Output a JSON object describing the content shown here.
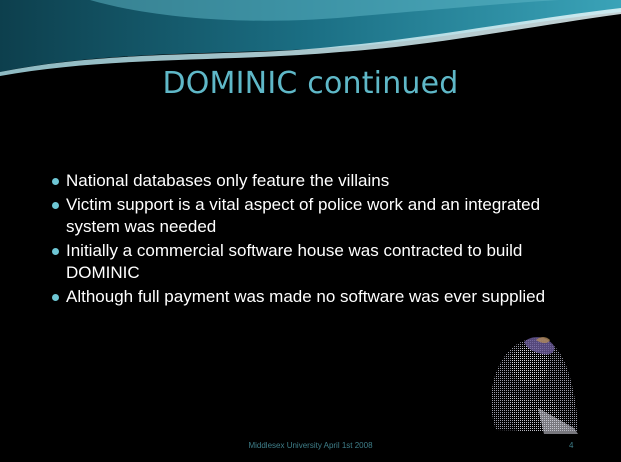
{
  "slide": {
    "title": "DOMINIC continued",
    "bullets": [
      "National databases only feature the villains",
      "Victim support is a vital aspect of police work and an integrated system was needed",
      "Initially a commercial software house was contracted to build DOMINIC",
      "Although full payment was made no software was ever supplied"
    ],
    "footer": "Middlesex University April 1st 2008",
    "page_number": "4"
  },
  "colors": {
    "background": "#000000",
    "title": "#5fb8c8",
    "bullet_marker": "#6ec6d4",
    "body_text": "#ffffff",
    "footer_text": "#3f7f8a",
    "wave": "#1b6f84"
  },
  "icons": {
    "bullet": "bullet-dot",
    "clipart": "hooded-figure-clipart"
  }
}
